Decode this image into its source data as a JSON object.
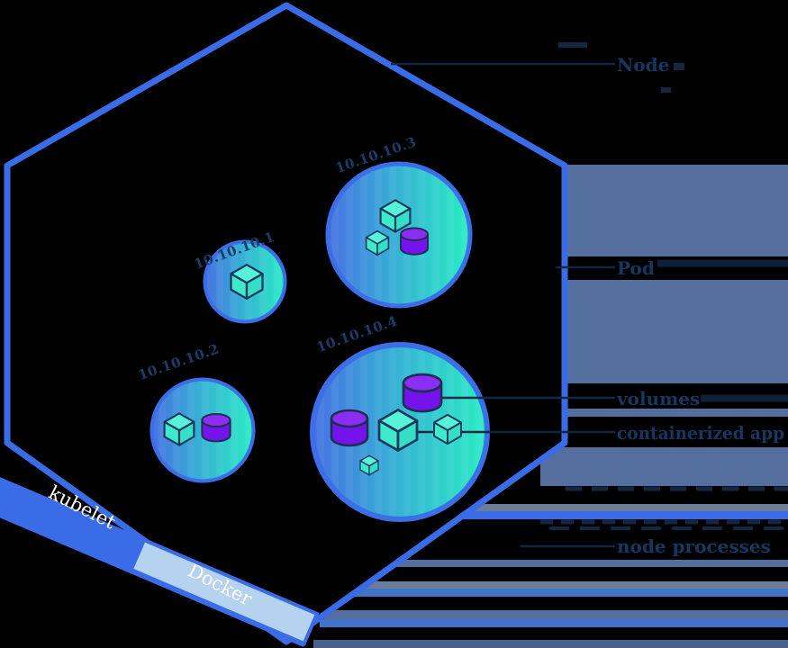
{
  "labels": {
    "node": "Node",
    "pod": "Pod",
    "volumes": "volumes",
    "containerized_app": "containerized app",
    "node_processes": "node processes"
  },
  "bands": {
    "kubelet": "kubelet",
    "docker": "Docker"
  },
  "pods": [
    {
      "ip": "10.10.10.1",
      "containers": 1,
      "volumes": 0
    },
    {
      "ip": "10.10.10.2",
      "containers": 1,
      "volumes": 1
    },
    {
      "ip": "10.10.10.3",
      "containers": 2,
      "volumes": 1
    },
    {
      "ip": "10.10.10.4",
      "containers": 3,
      "volumes": 2
    }
  ],
  "colors": {
    "background": "#000000",
    "node_border": "#3b6ce8",
    "pod_gradient_start": "#4771e2",
    "pod_gradient_end": "#2aecc3",
    "container_fill": "#3eeac9",
    "volume_fill": "#7413ea",
    "label_text": "#16375f",
    "side_panel": "#546f9d",
    "docker_band_fill": "#b5d2ee",
    "band_text": "#ffffff"
  }
}
